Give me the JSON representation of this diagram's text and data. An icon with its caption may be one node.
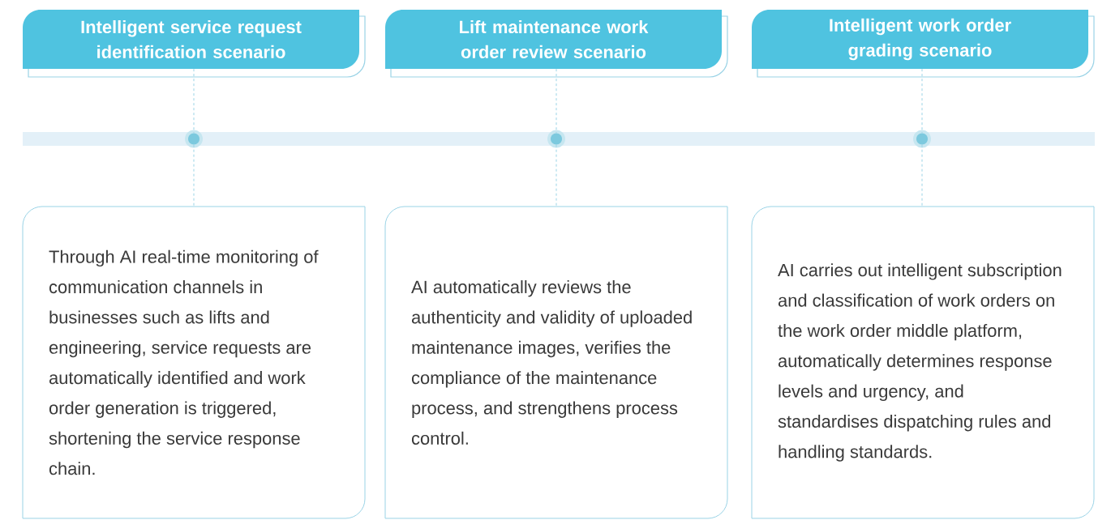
{
  "diagram": {
    "nodes": [
      {
        "text": [
          "Intelligent service request identification scenario"
        ]
      },
      {
        "text": [
          "Lift maintenance work order review scenario"
        ]
      },
      {
        "text": [
          "Intelligent work order grading scenario"
        ]
      },
      {
        "text": [],
        "shape": "bar"
      },
      {
        "text": [],
        "shape": "circle",
        "in": 3
      },
      {
        "text": [],
        "shape": "circle",
        "in": 3
      },
      {
        "text": [],
        "shape": "circle",
        "in": 3
      },
      {
        "text": [
          "Through AI real-time monitoring of communication channels in businesses such as lifts and engineering, service requests are automatically identified and work order generation is triggered, shortening the service response chain."
        ]
      },
      {
        "text": [
          "AI automatically reviews the authenticity and validity of uploaded maintenance images, verifies the compliance of the maintenance process, and strengthens process control."
        ]
      },
      {
        "text": [
          "AI carries out intelligent subscription and classification of work orders on the work order middle platform, automatically determines response levels and urgency, and standardises dispatching rules and handling standards."
        ]
      }
    ],
    "edges": [
      {
        "from": 0,
        "to": 4,
        "arrow": "none",
        "style": "dashed"
      },
      {
        "from": 4,
        "to": 7,
        "arrow": "none",
        "style": "dashed"
      },
      {
        "from": 1,
        "to": 5,
        "arrow": "none",
        "style": "dashed"
      },
      {
        "from": 5,
        "to": 8,
        "arrow": "none",
        "style": "dashed"
      },
      {
        "from": 2,
        "to": 6,
        "arrow": "none",
        "style": "dashed"
      },
      {
        "from": 6,
        "to": 9,
        "arrow": "none",
        "style": "dashed"
      }
    ]
  }
}
